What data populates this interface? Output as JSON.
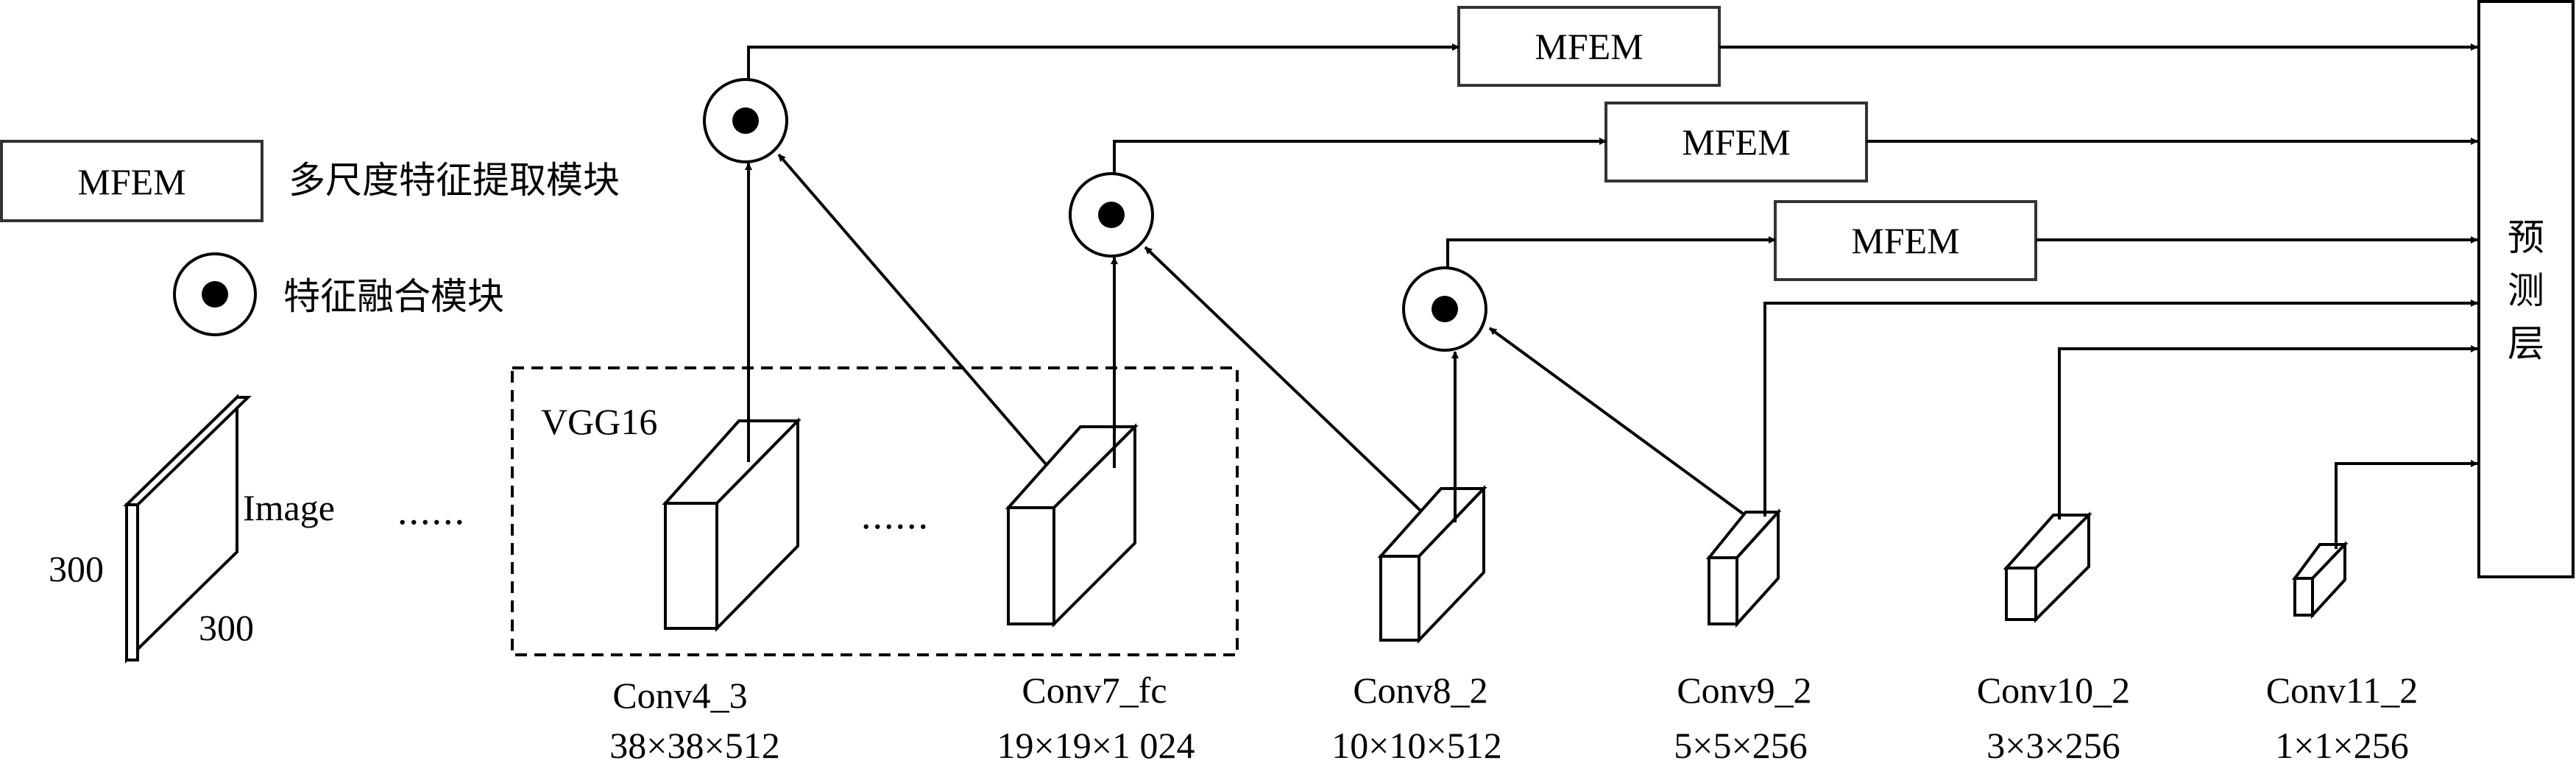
{
  "legend": {
    "mfem_box": "MFEM",
    "mfem_desc": "多尺度特征提取模块",
    "fusion_desc": "特征融合模块"
  },
  "input": {
    "label": "Image",
    "height_label": "300",
    "width_label": "300",
    "ellipsis": "......"
  },
  "vgg": {
    "label": "VGG16",
    "ellipsis": "......"
  },
  "layers": [
    {
      "name": "Conv4_3",
      "dims": "38×38×512"
    },
    {
      "name": "Conv7_fc",
      "dims": "19×19×1 024"
    },
    {
      "name": "Conv8_2",
      "dims": "10×10×512"
    },
    {
      "name": "Conv9_2",
      "dims": "5×5×256"
    },
    {
      "name": "Conv10_2",
      "dims": "3×3×256"
    },
    {
      "name": "Conv11_2",
      "dims": "1×1×256"
    }
  ],
  "mfem_modules": [
    "MFEM",
    "MFEM",
    "MFEM"
  ],
  "prediction": {
    "label": "预测层",
    "chars": [
      "预",
      "测",
      "层"
    ]
  }
}
